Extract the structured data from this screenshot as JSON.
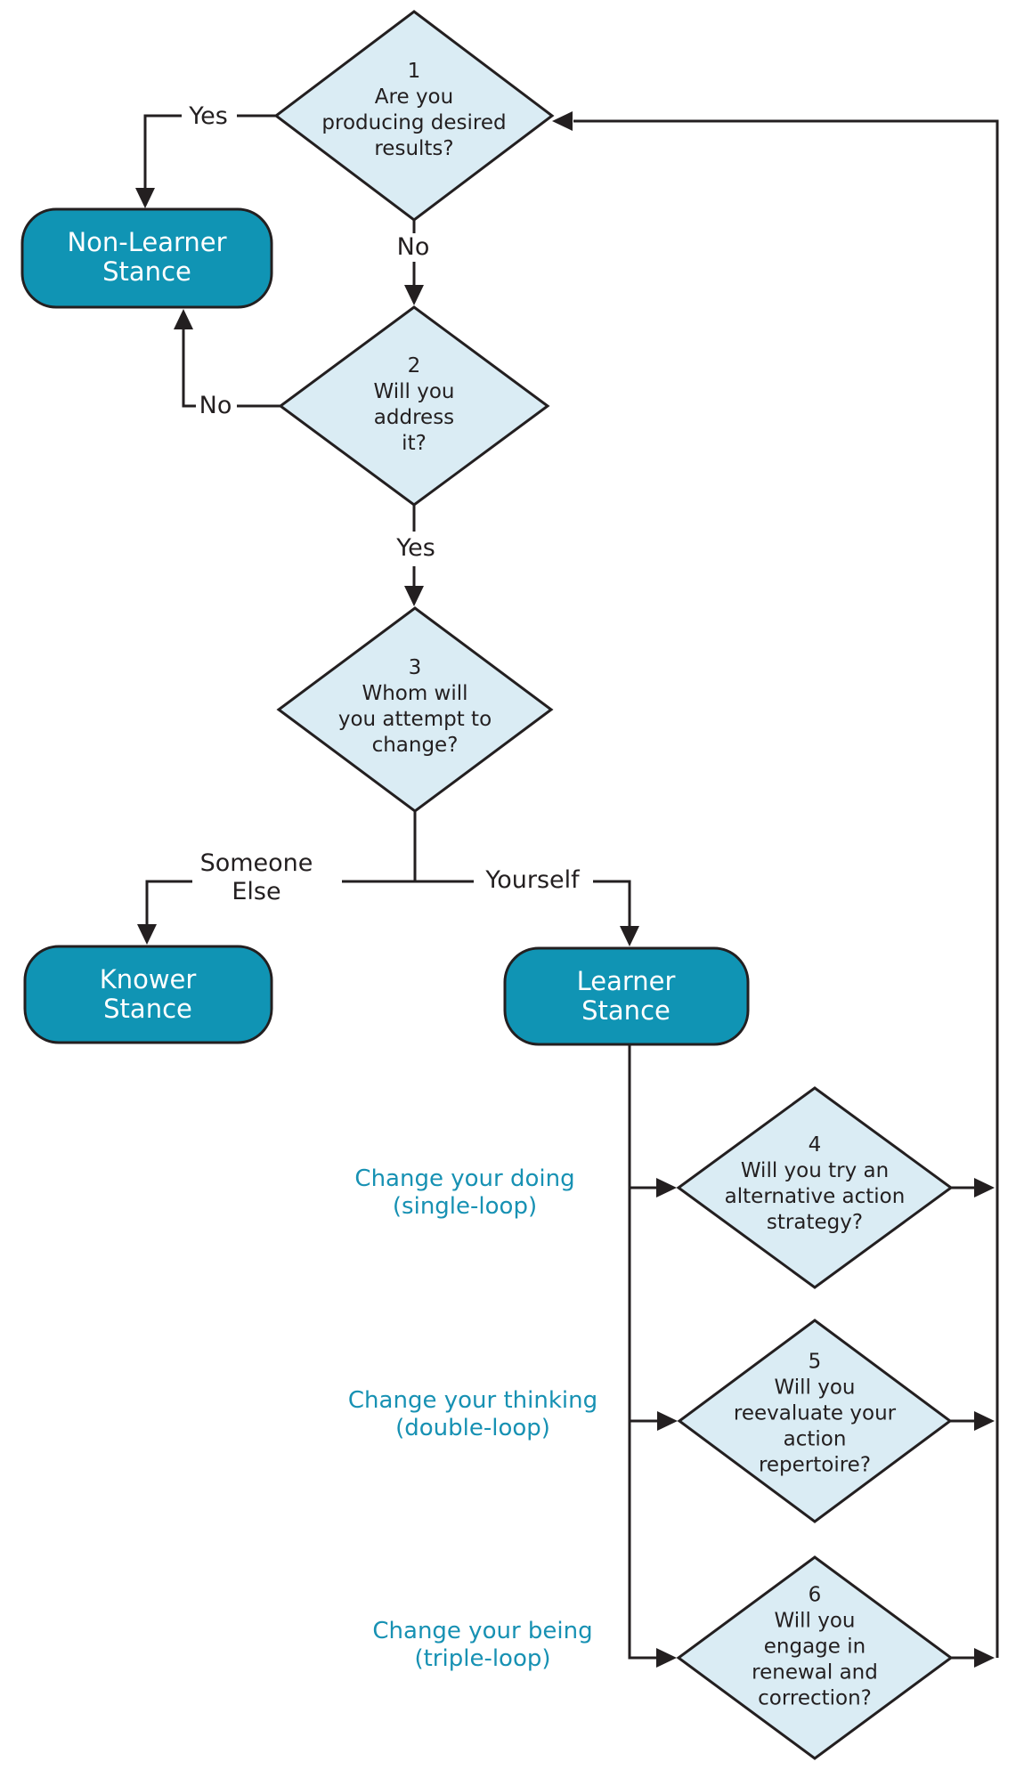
{
  "diagram": {
    "decisions": [
      {
        "number": "1",
        "lines": [
          "Are you",
          "producing desired",
          "results?"
        ]
      },
      {
        "number": "2",
        "lines": [
          "Will you",
          "address",
          "it?"
        ]
      },
      {
        "number": "3",
        "lines": [
          "Whom will",
          "you attempt to",
          "change?"
        ]
      },
      {
        "number": "4",
        "lines": [
          "Will you try an",
          "alternative action",
          "strategy?"
        ]
      },
      {
        "number": "5",
        "lines": [
          "Will you",
          "reevaluate your",
          "action",
          "repertoire?"
        ]
      },
      {
        "number": "6",
        "lines": [
          "Will you",
          "engage in",
          "renewal and",
          "correction?"
        ]
      }
    ],
    "stances": [
      {
        "lines": [
          "Non-Learner",
          "Stance"
        ]
      },
      {
        "lines": [
          "Knower",
          "Stance"
        ]
      },
      {
        "lines": [
          "Learner",
          "Stance"
        ]
      }
    ],
    "edge_labels": {
      "d1_yes": "Yes",
      "d1_no": "No",
      "d2_no": "No",
      "d2_yes": "Yes",
      "d3_someone_else": [
        "Someone",
        "Else"
      ],
      "d3_yourself": "Yourself"
    },
    "loop_labels": [
      {
        "line1": "Change your doing",
        "line2": "(single-loop)"
      },
      {
        "line1": "Change your thinking",
        "line2": "(double-loop)"
      },
      {
        "line1": "Change your being",
        "line2": "(triple-loop)"
      }
    ],
    "colors": {
      "stance_fill": "#1094b4",
      "diamond_fill": "#daecf4",
      "outline": "#231f20",
      "loop_label": "#1791b3",
      "stance_text": "#ffffff"
    }
  }
}
